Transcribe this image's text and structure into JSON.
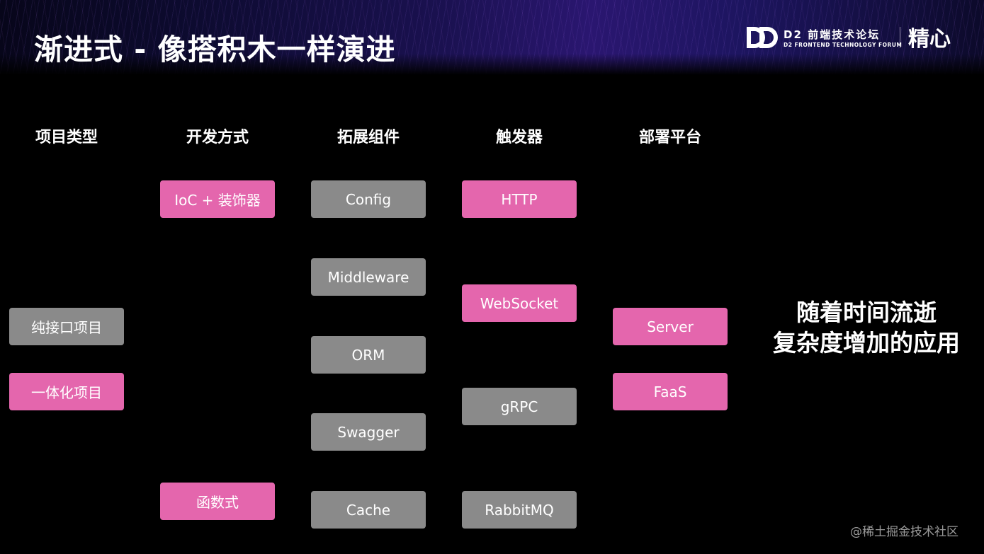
{
  "header": {
    "title": "渐进式 - 像搭积木一样演进",
    "logo_main": "D2 前端技术论坛",
    "logo_sub": "D2 FRONTEND TECHNOLOGY FORUM",
    "brand": "精心"
  },
  "columns": [
    {
      "heading": "项目类型",
      "blocks": [
        {
          "label": "纯接口项目",
          "color": "gray"
        },
        {
          "label": "一体化项目",
          "color": "pink"
        }
      ]
    },
    {
      "heading": "开发方式",
      "blocks": [
        {
          "label": "IoC + 装饰器",
          "color": "pink"
        },
        {
          "label": "函数式",
          "color": "pink"
        }
      ]
    },
    {
      "heading": "拓展组件",
      "blocks": [
        {
          "label": "Config",
          "color": "gray"
        },
        {
          "label": "Middleware",
          "color": "gray"
        },
        {
          "label": "ORM",
          "color": "gray"
        },
        {
          "label": "Swagger",
          "color": "gray"
        },
        {
          "label": "Cache",
          "color": "gray"
        }
      ]
    },
    {
      "heading": "触发器",
      "blocks": [
        {
          "label": "HTTP",
          "color": "pink"
        },
        {
          "label": "WebSocket",
          "color": "pink"
        },
        {
          "label": "gRPC",
          "color": "gray"
        },
        {
          "label": "RabbitMQ",
          "color": "gray"
        }
      ]
    },
    {
      "heading": "部署平台",
      "blocks": [
        {
          "label": "Server",
          "color": "pink"
        },
        {
          "label": "FaaS",
          "color": "pink"
        }
      ]
    }
  ],
  "note": {
    "line1": "随着时间流逝",
    "line2": "复杂度增加的应用"
  },
  "watermark": "@稀土掘金技术社区",
  "colors": {
    "pink": "#e466ad",
    "gray": "#8a8a8a",
    "background": "#000000"
  }
}
